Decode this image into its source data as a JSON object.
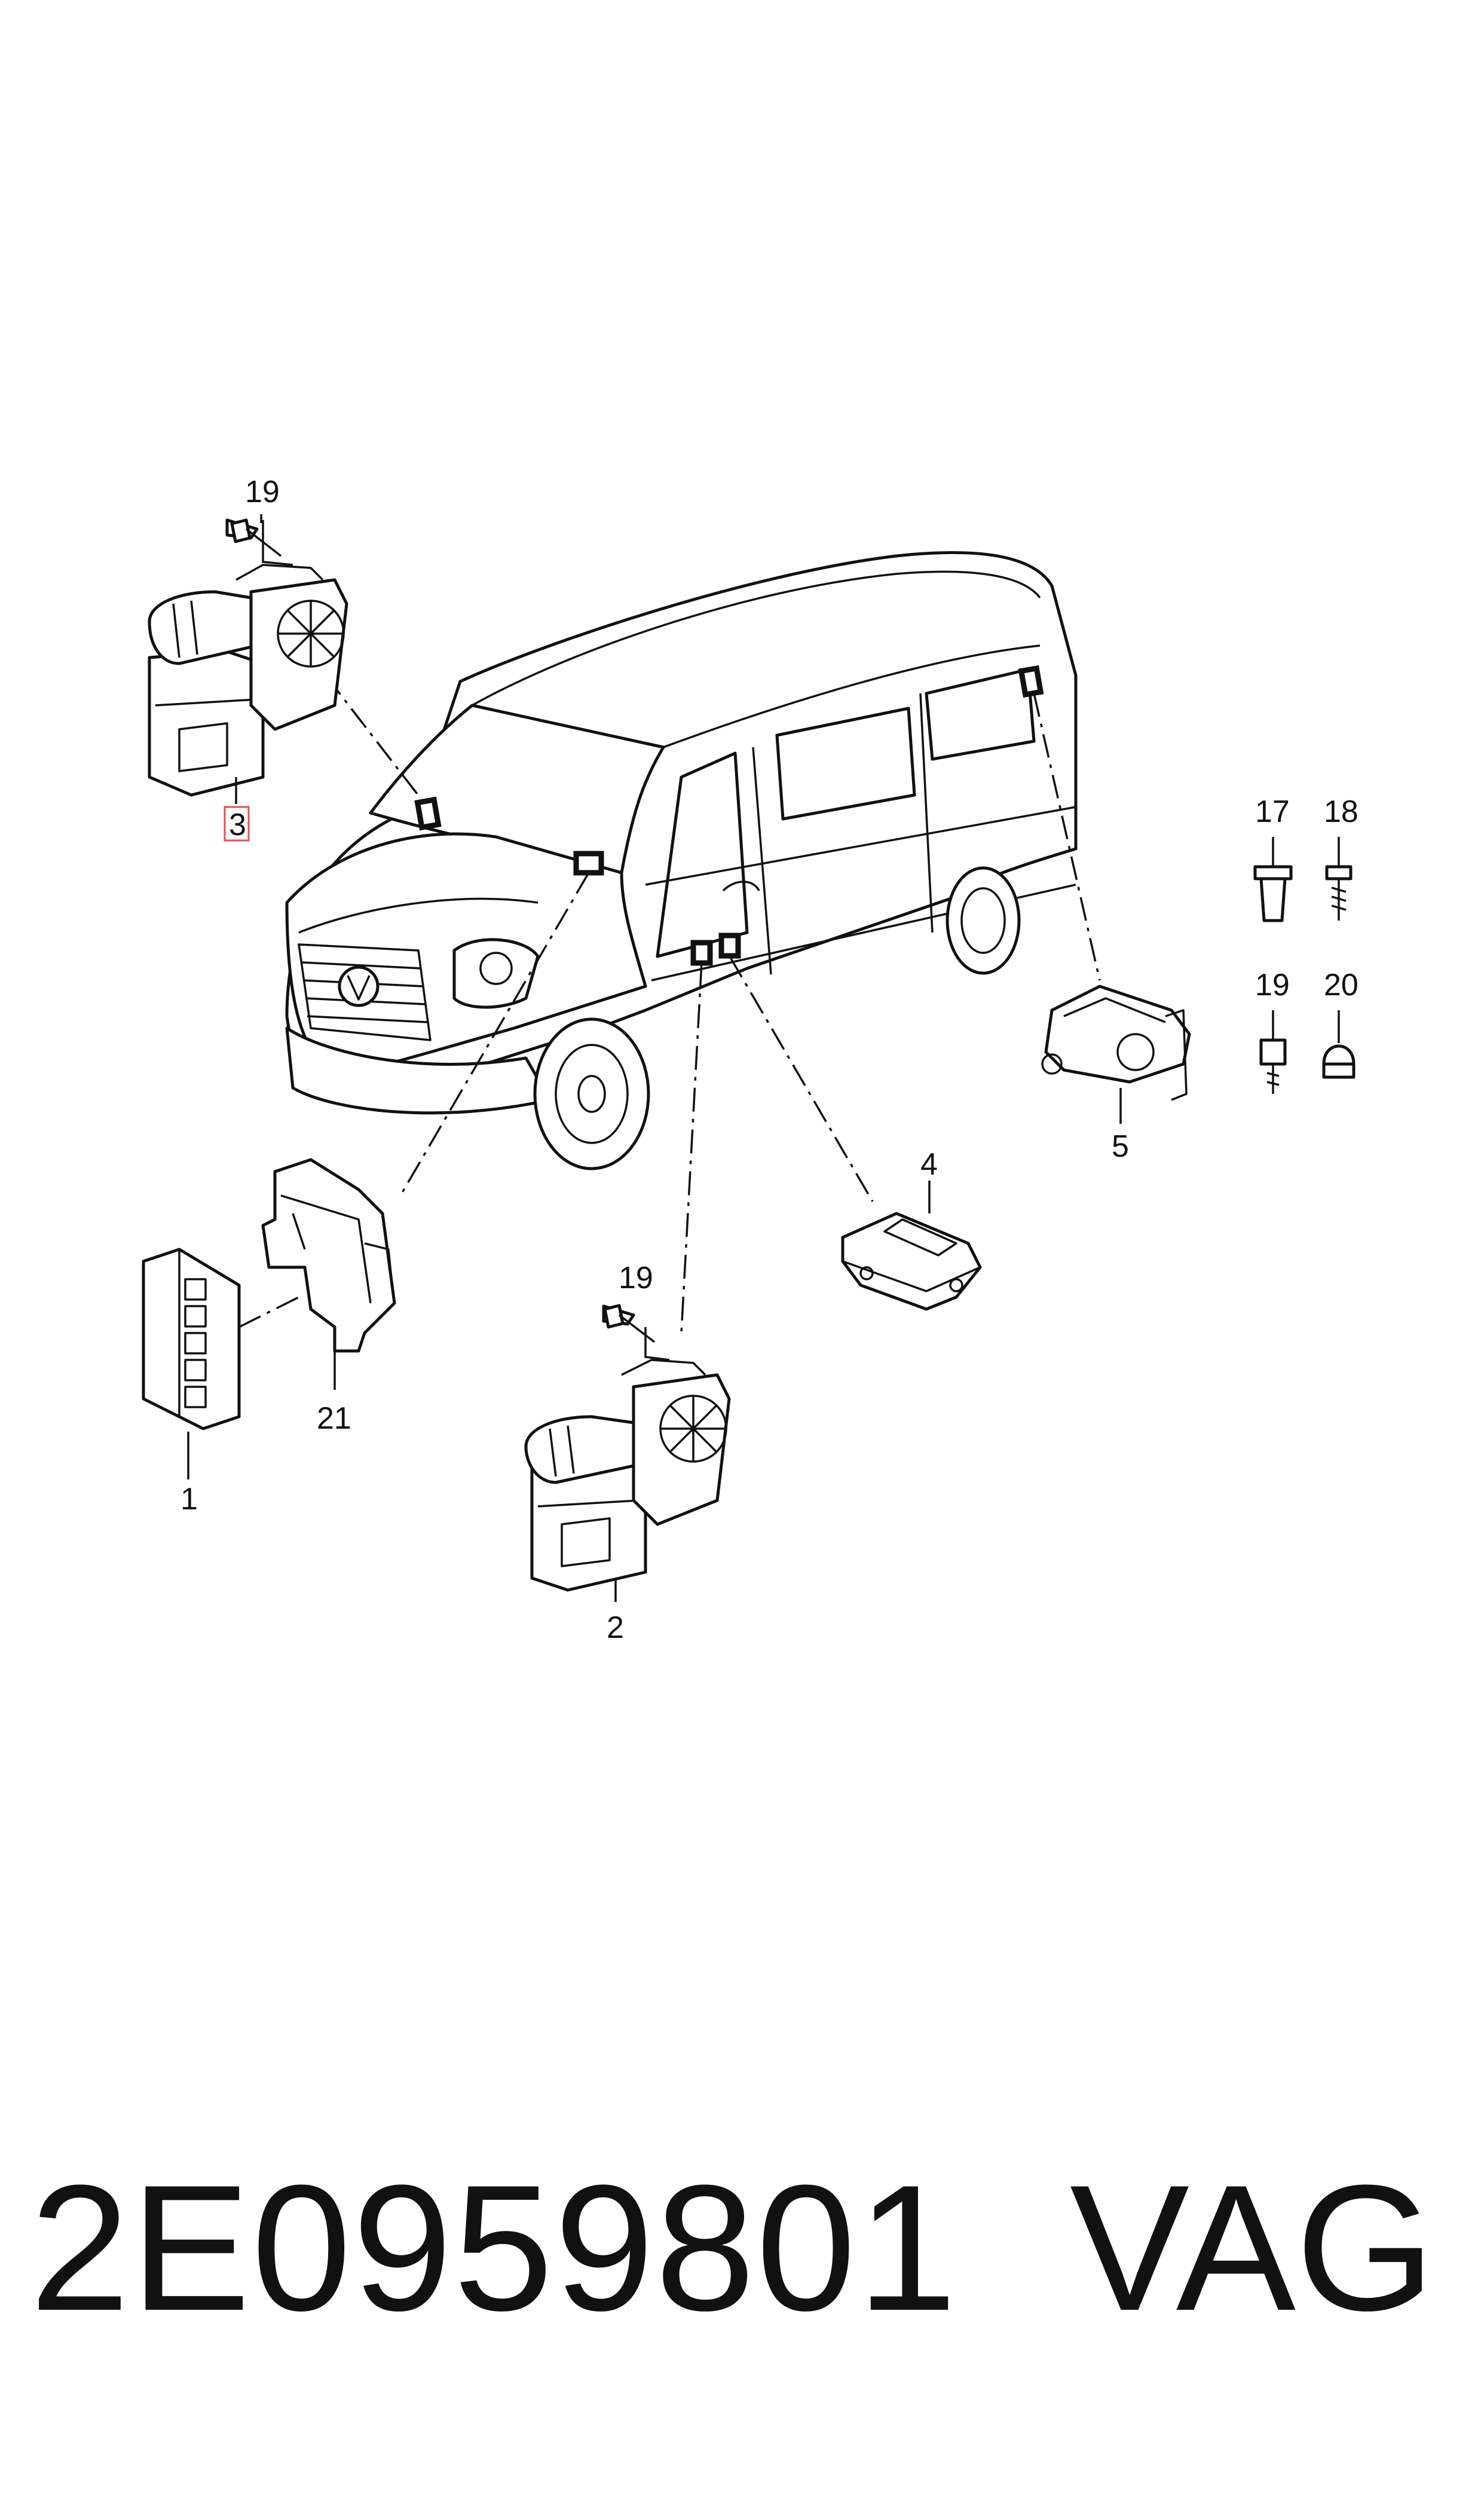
{
  "callouts": {
    "c1": "1",
    "c2": "2",
    "c3": "3",
    "c4": "4",
    "c5": "5",
    "c17": "17",
    "c18": "18",
    "c19_top": "19",
    "c19_mid": "19",
    "c19_right": "19",
    "c20": "20",
    "c21": "21"
  },
  "highlighted_callout": "3",
  "highlight_color": "#e05050",
  "footer": {
    "part_number": "2E0959801",
    "brand": "VAG"
  }
}
